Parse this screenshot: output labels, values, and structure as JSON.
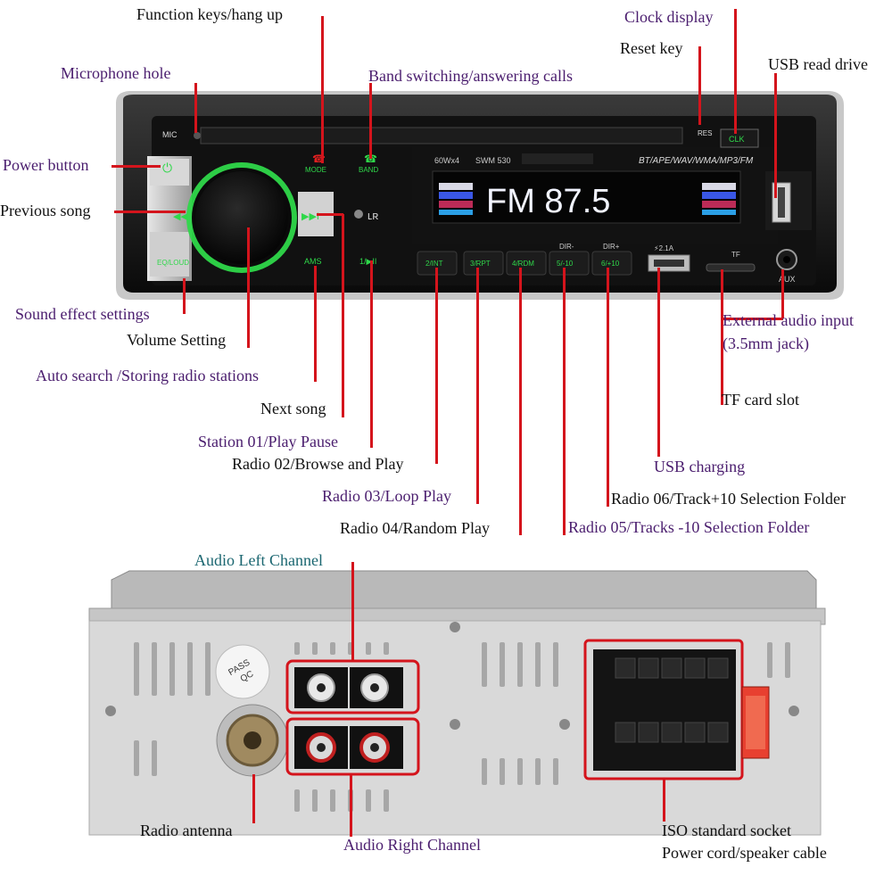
{
  "labels": {
    "function_keys": "Function keys/hang up",
    "clock_display": "Clock display",
    "reset_key": "Reset key",
    "usb_read_drive": "USB read drive",
    "microphone_hole": "Microphone hole",
    "band_switching": "Band switching/answering calls",
    "power_button": "Power button",
    "previous_song": "Previous song",
    "sound_effect": "Sound effect settings",
    "volume_setting": "Volume Setting",
    "auto_search": "Auto search /Storing radio stations",
    "next_song": "Next song",
    "station_01": "Station 01/Play Pause",
    "radio_02": "Radio 02/Browse and Play",
    "radio_03": "Radio 03/Loop Play",
    "radio_04": "Radio 04/Random Play",
    "radio_05": "Radio 05/Tracks -10 Selection Folder",
    "radio_06": "Radio 06/Track+10 Selection Folder",
    "usb_charging": "USB charging",
    "tf_card_slot": "TF card slot",
    "external_audio_1": "External audio input",
    "external_audio_2": "(3.5mm jack)",
    "audio_left": "Audio Left Channel",
    "audio_right": "Audio Right Channel",
    "radio_antenna": "Radio antenna",
    "iso_socket_1": "ISO standard socket",
    "iso_socket_2": "Power cord/speaker cable"
  },
  "panel": {
    "mic": "MIC",
    "mode": "MODE",
    "band": "BAND",
    "res": "RES",
    "clk": "CLK",
    "power_spec": "60Wx4",
    "model": "SWM 530",
    "formats": "BT/APE/WAV/WMA/MP3/FM",
    "display": "FM  87.5",
    "eq_loud": "EQ/LOUD",
    "ams": "AMS",
    "play_pause": "1/▶II",
    "btn2": "2/INT",
    "btn3": "3/RPT",
    "btn4": "4/RDM",
    "btn5": "5/-10",
    "btn6": "6/+10",
    "dir_minus": "DIR-",
    "dir_plus": "DIR+",
    "usb_amp": "⚡2.1A",
    "tf": "TF",
    "aux": "AUX"
  },
  "rear": {
    "pass": "PASS",
    "qc": "QC"
  },
  "colors": {
    "leader_line": "#d4141c",
    "label_purple": "#4a1d6e",
    "label_teal": "#1a6670",
    "button_green": "#2fd84a",
    "display_white": "#f2f4ff"
  }
}
